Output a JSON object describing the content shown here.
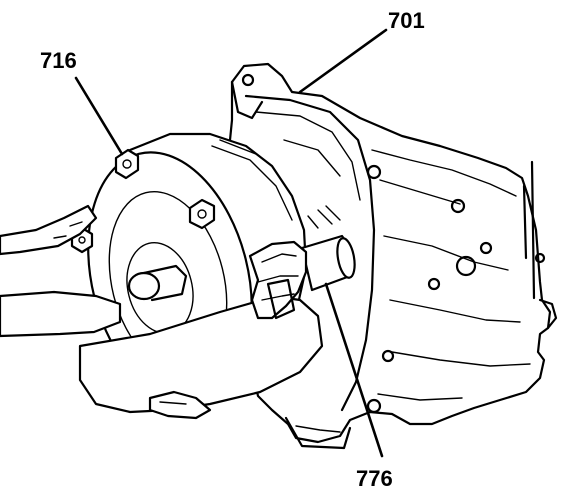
{
  "callouts": [
    {
      "id": "transmission_case",
      "text": "701"
    },
    {
      "id": "torque_converter",
      "text": "716"
    },
    {
      "id": "converter_hub_pump_seal",
      "text": "776"
    }
  ],
  "colors": {
    "ink": "#000000",
    "paper": "#ffffff"
  }
}
